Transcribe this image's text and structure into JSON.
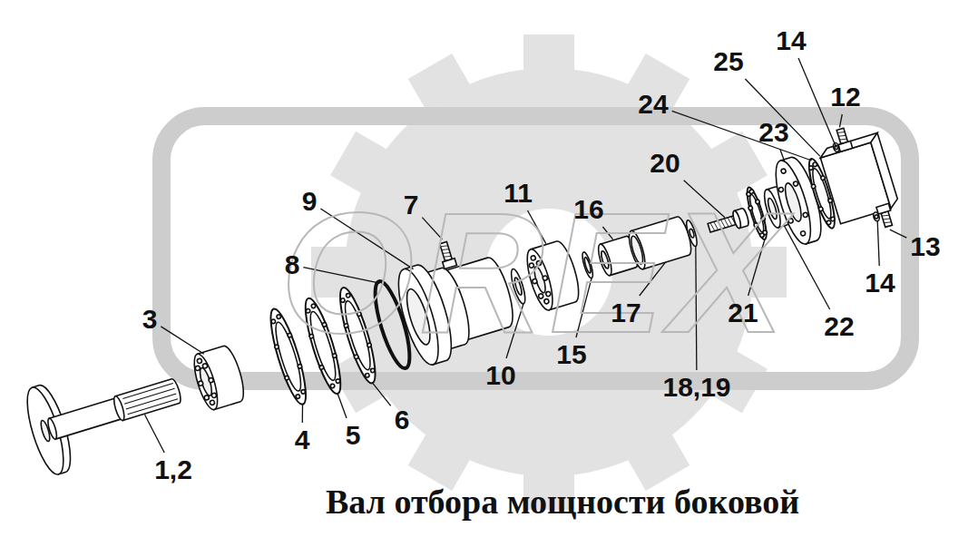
{
  "diagram": {
    "title": "Вал отбора мощности боковой",
    "labels": [
      "14",
      "25",
      "12",
      "24",
      "23",
      "20",
      "11",
      "16",
      "9",
      "7",
      "8",
      "3",
      "17",
      "21",
      "10",
      "15",
      "18,19",
      "22",
      "13",
      "14",
      "6",
      "4",
      "5",
      "1,2",
      "OREX"
    ]
  }
}
